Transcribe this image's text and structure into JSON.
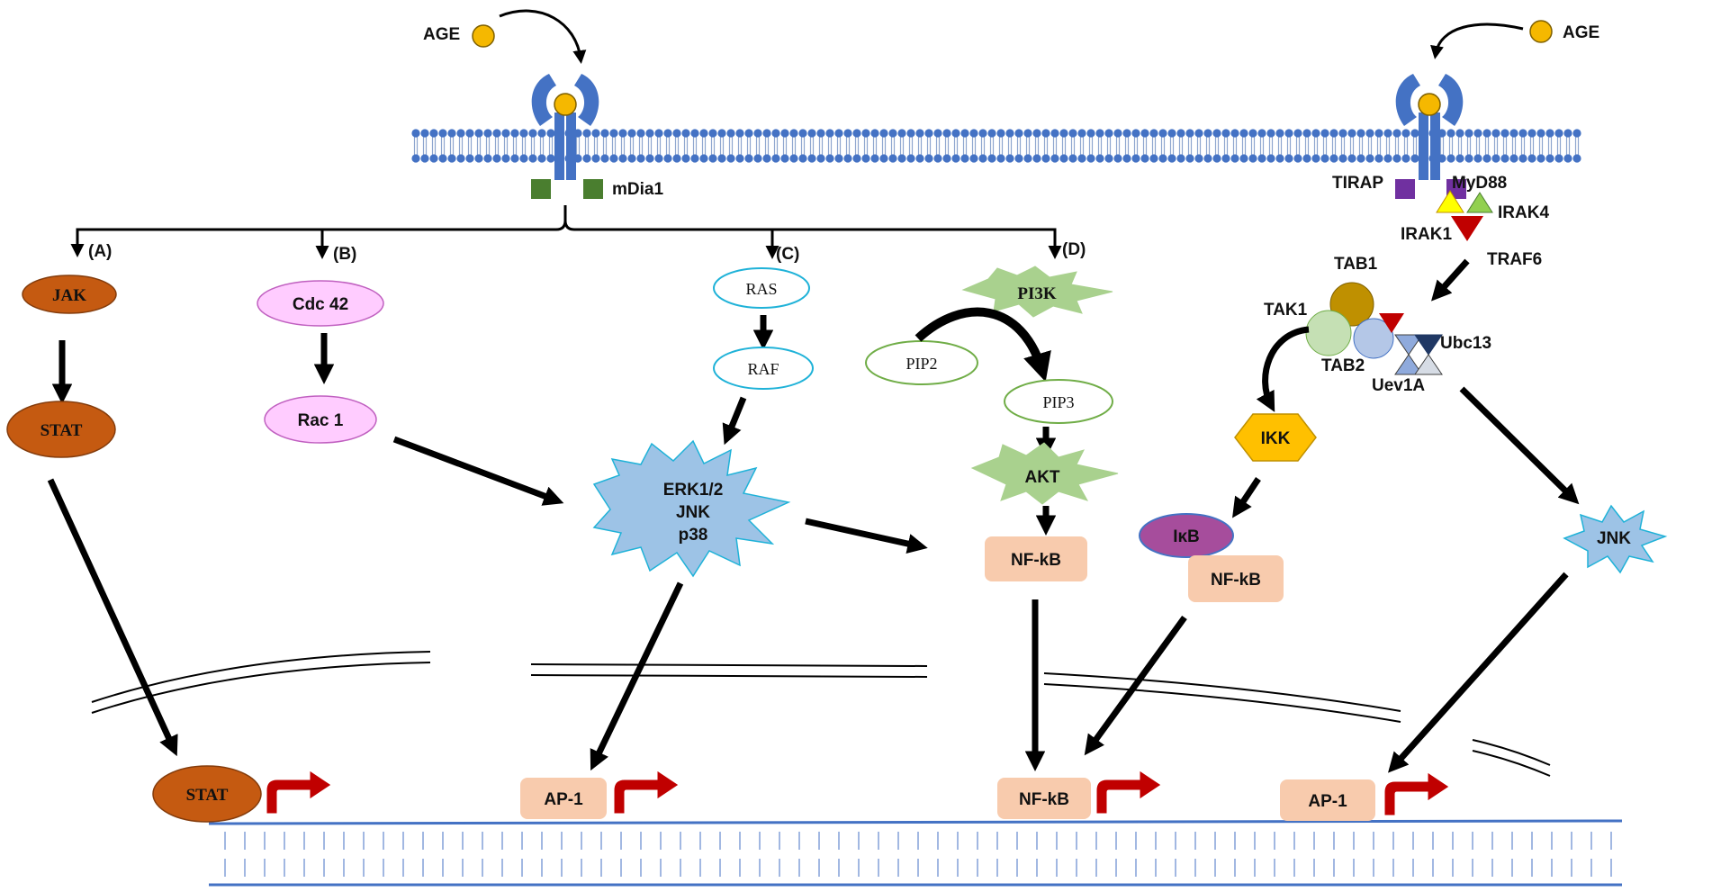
{
  "ligands": {
    "age_left": "AGE",
    "age_right": "AGE"
  },
  "receptor_left": {
    "adaptor": "mDia1"
  },
  "receptor_right": {
    "adaptor_left": "TIRAP",
    "adaptor_right": "MyD88"
  },
  "branches": {
    "a": "(A)",
    "b": "(B)",
    "c": "(C)",
    "d": "(D)"
  },
  "pathway_a": {
    "jak": "JAK",
    "stat": "STAT"
  },
  "pathway_b": {
    "cdc42": "Cdc 42",
    "rac1": "Rac 1"
  },
  "pathway_c": {
    "ras": "RAS",
    "raf": "RAF",
    "mapk_line1": "ERK1/2",
    "mapk_line2": "JNK",
    "mapk_line3": "p38"
  },
  "pathway_d": {
    "pi3k": "PI3K",
    "pip2": "PIP2",
    "pip3": "PIP3",
    "akt": "AKT",
    "nfkb": "NF-kB"
  },
  "tlr_pathway": {
    "irak1": "IRAK1",
    "irak4": "IRAK4",
    "traf6": "TRAF6",
    "tab1": "TAB1",
    "tak1": "TAK1",
    "tab2": "TAB2",
    "ubc13": "Ubc13",
    "uev1a": "Uev1A",
    "ikk": "IKK",
    "ikb": "IκB",
    "nfkb": "NF-kB",
    "jnk": "JNK"
  },
  "nucleus": {
    "stat": "STAT",
    "ap1_left": "AP-1",
    "nfkb": "NF-kB",
    "ap1_right": "AP-1"
  },
  "colors": {
    "receptor": "#4472c4",
    "ligand": "#f5b800",
    "mdia1": "#4a7e2f",
    "tirap": "#7030a0",
    "jak_stat": "#c55a11",
    "cdc42_rac1": "#ffccff",
    "ras_raf_stroke": "#1fb2d8",
    "pip_stroke": "#70ad47",
    "pi3k_akt": "#a9d18e",
    "mapk": "#9dc3e6",
    "jnk": "#9dc3e6",
    "nfkb_box": "#f8cbad",
    "ikk": "#ffc000",
    "ikb": "#a64d9c",
    "tab1": "#bf9000",
    "tak1": "#c5e0b4",
    "tab2": "#b4c7e7",
    "traf6": "#c00000",
    "irak1": "#ffff00",
    "irak4": "#92d050",
    "gene_arrow": "#c00000",
    "dna": "#4472c4"
  }
}
